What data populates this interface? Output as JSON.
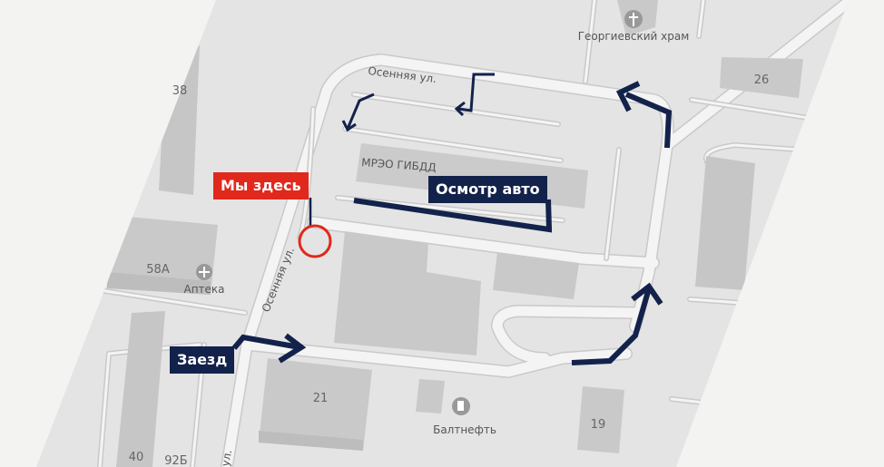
{
  "colors": {
    "route": "#13224a",
    "here": "#e0281c",
    "land": "#e4e4e4",
    "outside": "#f3f3f2",
    "building": "#c9c9c9"
  },
  "callouts": {
    "here": "Мы здесь",
    "inspection": "Осмотр авто",
    "entry": "Заезд"
  },
  "streets": {
    "top": "Осенняя ул.",
    "left": "Осенняя ул.",
    "bottom": "ул."
  },
  "places": {
    "church": "Георгиевский храм",
    "pharmacy": "Аптека",
    "gas": "Балтнефть",
    "mreo": "МРЭО ГИБДД"
  },
  "icons": {
    "church": "cross-icon",
    "pharmacy": "plus-icon",
    "gas": "fuel-pump-icon"
  },
  "houses": {
    "h38": "38",
    "h58a": "58А",
    "h40": "40",
    "h92b": "92Б",
    "h21": "21",
    "h19": "19",
    "h26": "26"
  }
}
